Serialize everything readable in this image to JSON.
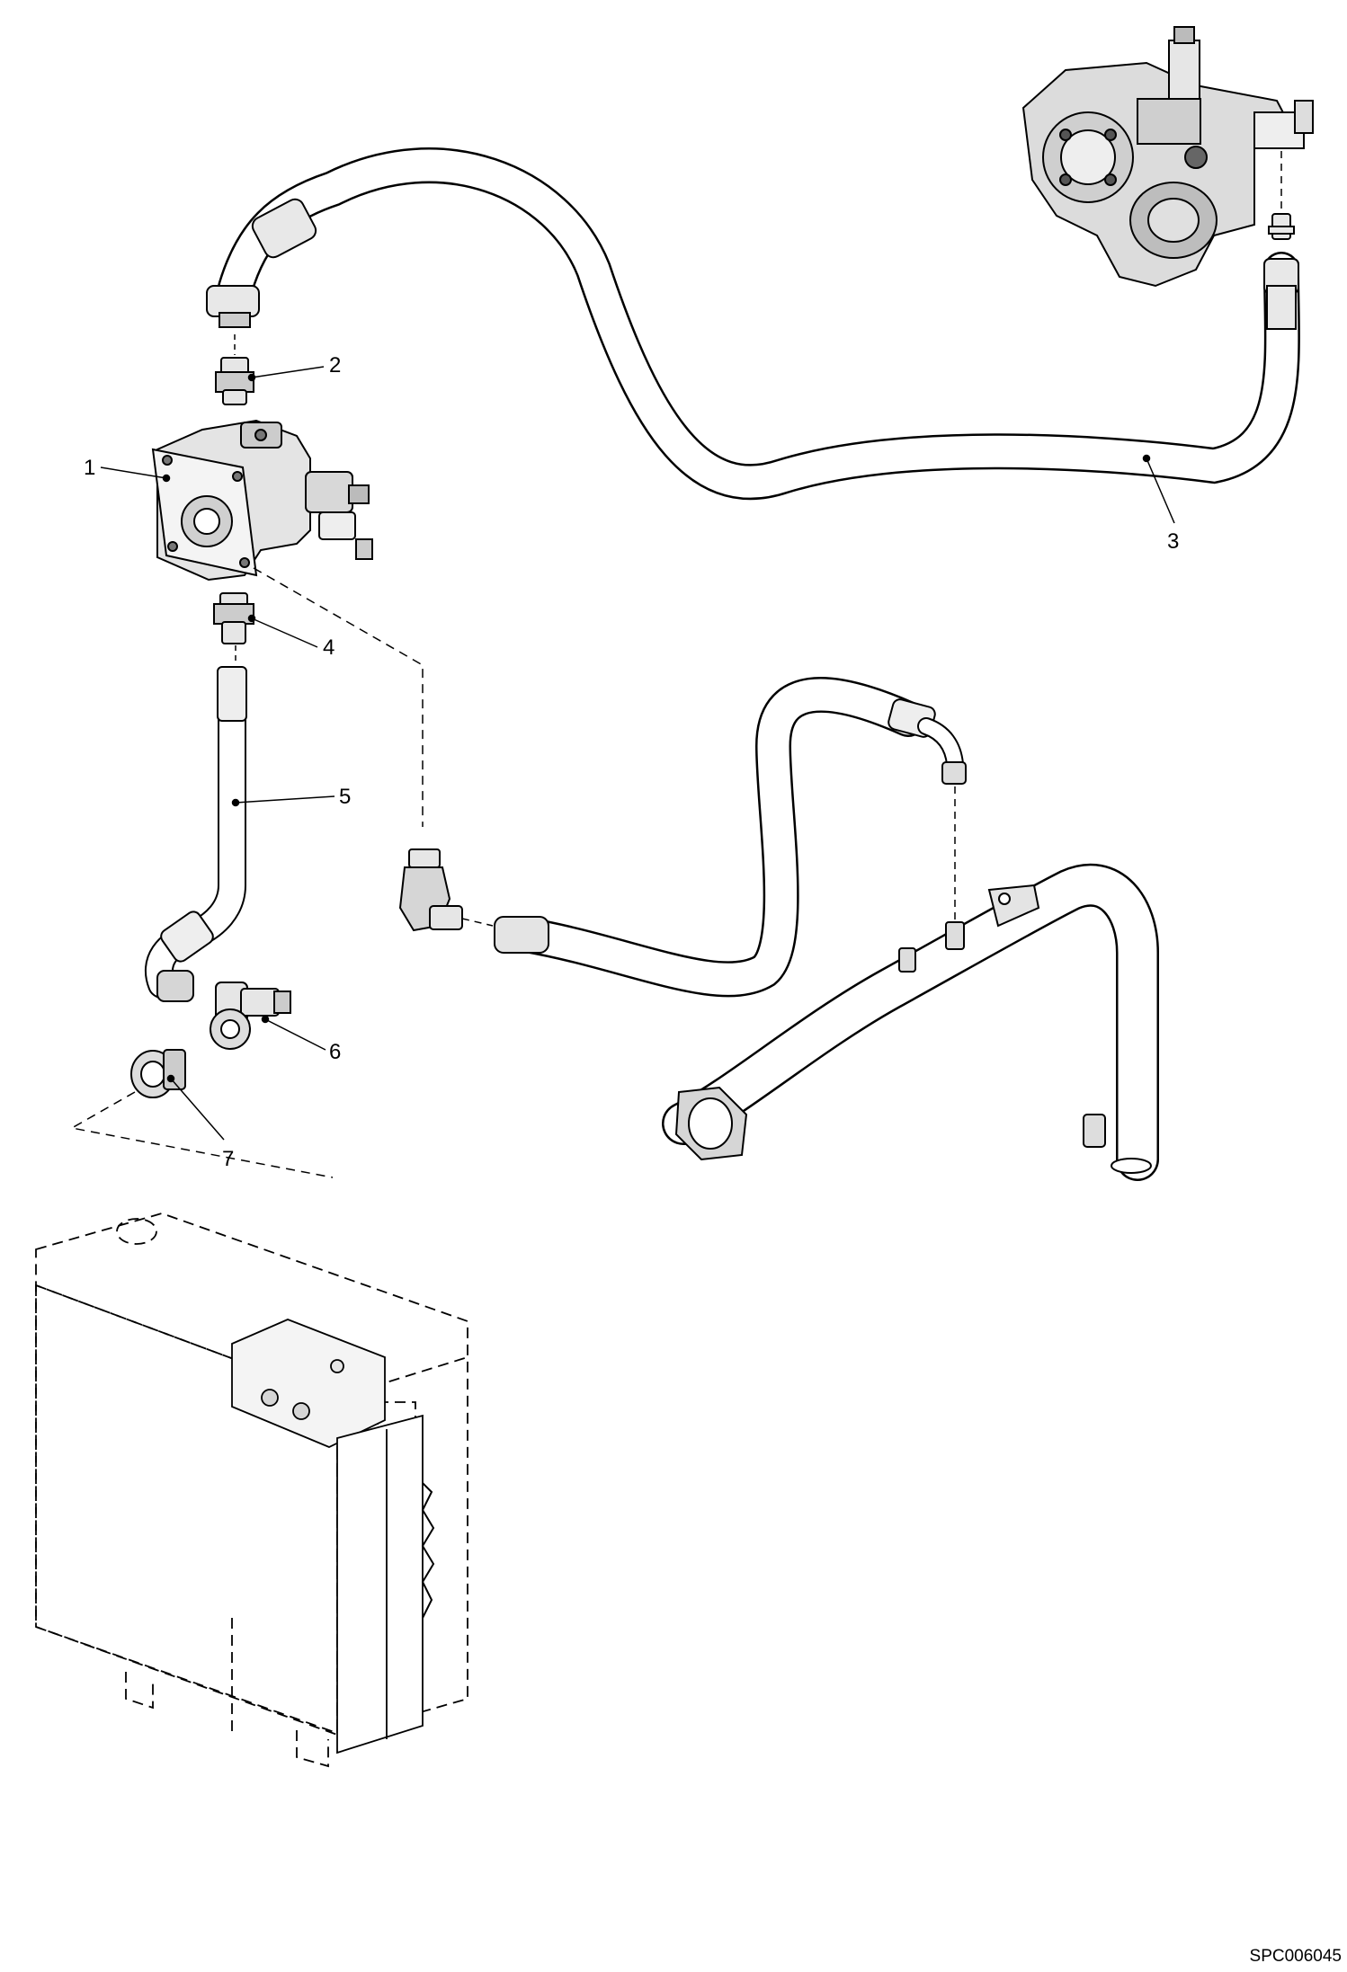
{
  "drawing_id": "SPC006045",
  "callouts": [
    {
      "id": "1",
      "label": "1"
    },
    {
      "id": "2",
      "label": "2"
    },
    {
      "id": "3",
      "label": "3"
    },
    {
      "id": "4",
      "label": "4"
    },
    {
      "id": "5",
      "label": "5"
    },
    {
      "id": "6",
      "label": "6"
    },
    {
      "id": "7",
      "label": "7"
    }
  ],
  "colors": {
    "line": "#000000",
    "fill": "#ffffff",
    "shade": "#bfbfbf",
    "dark": "#6e6e6e"
  }
}
